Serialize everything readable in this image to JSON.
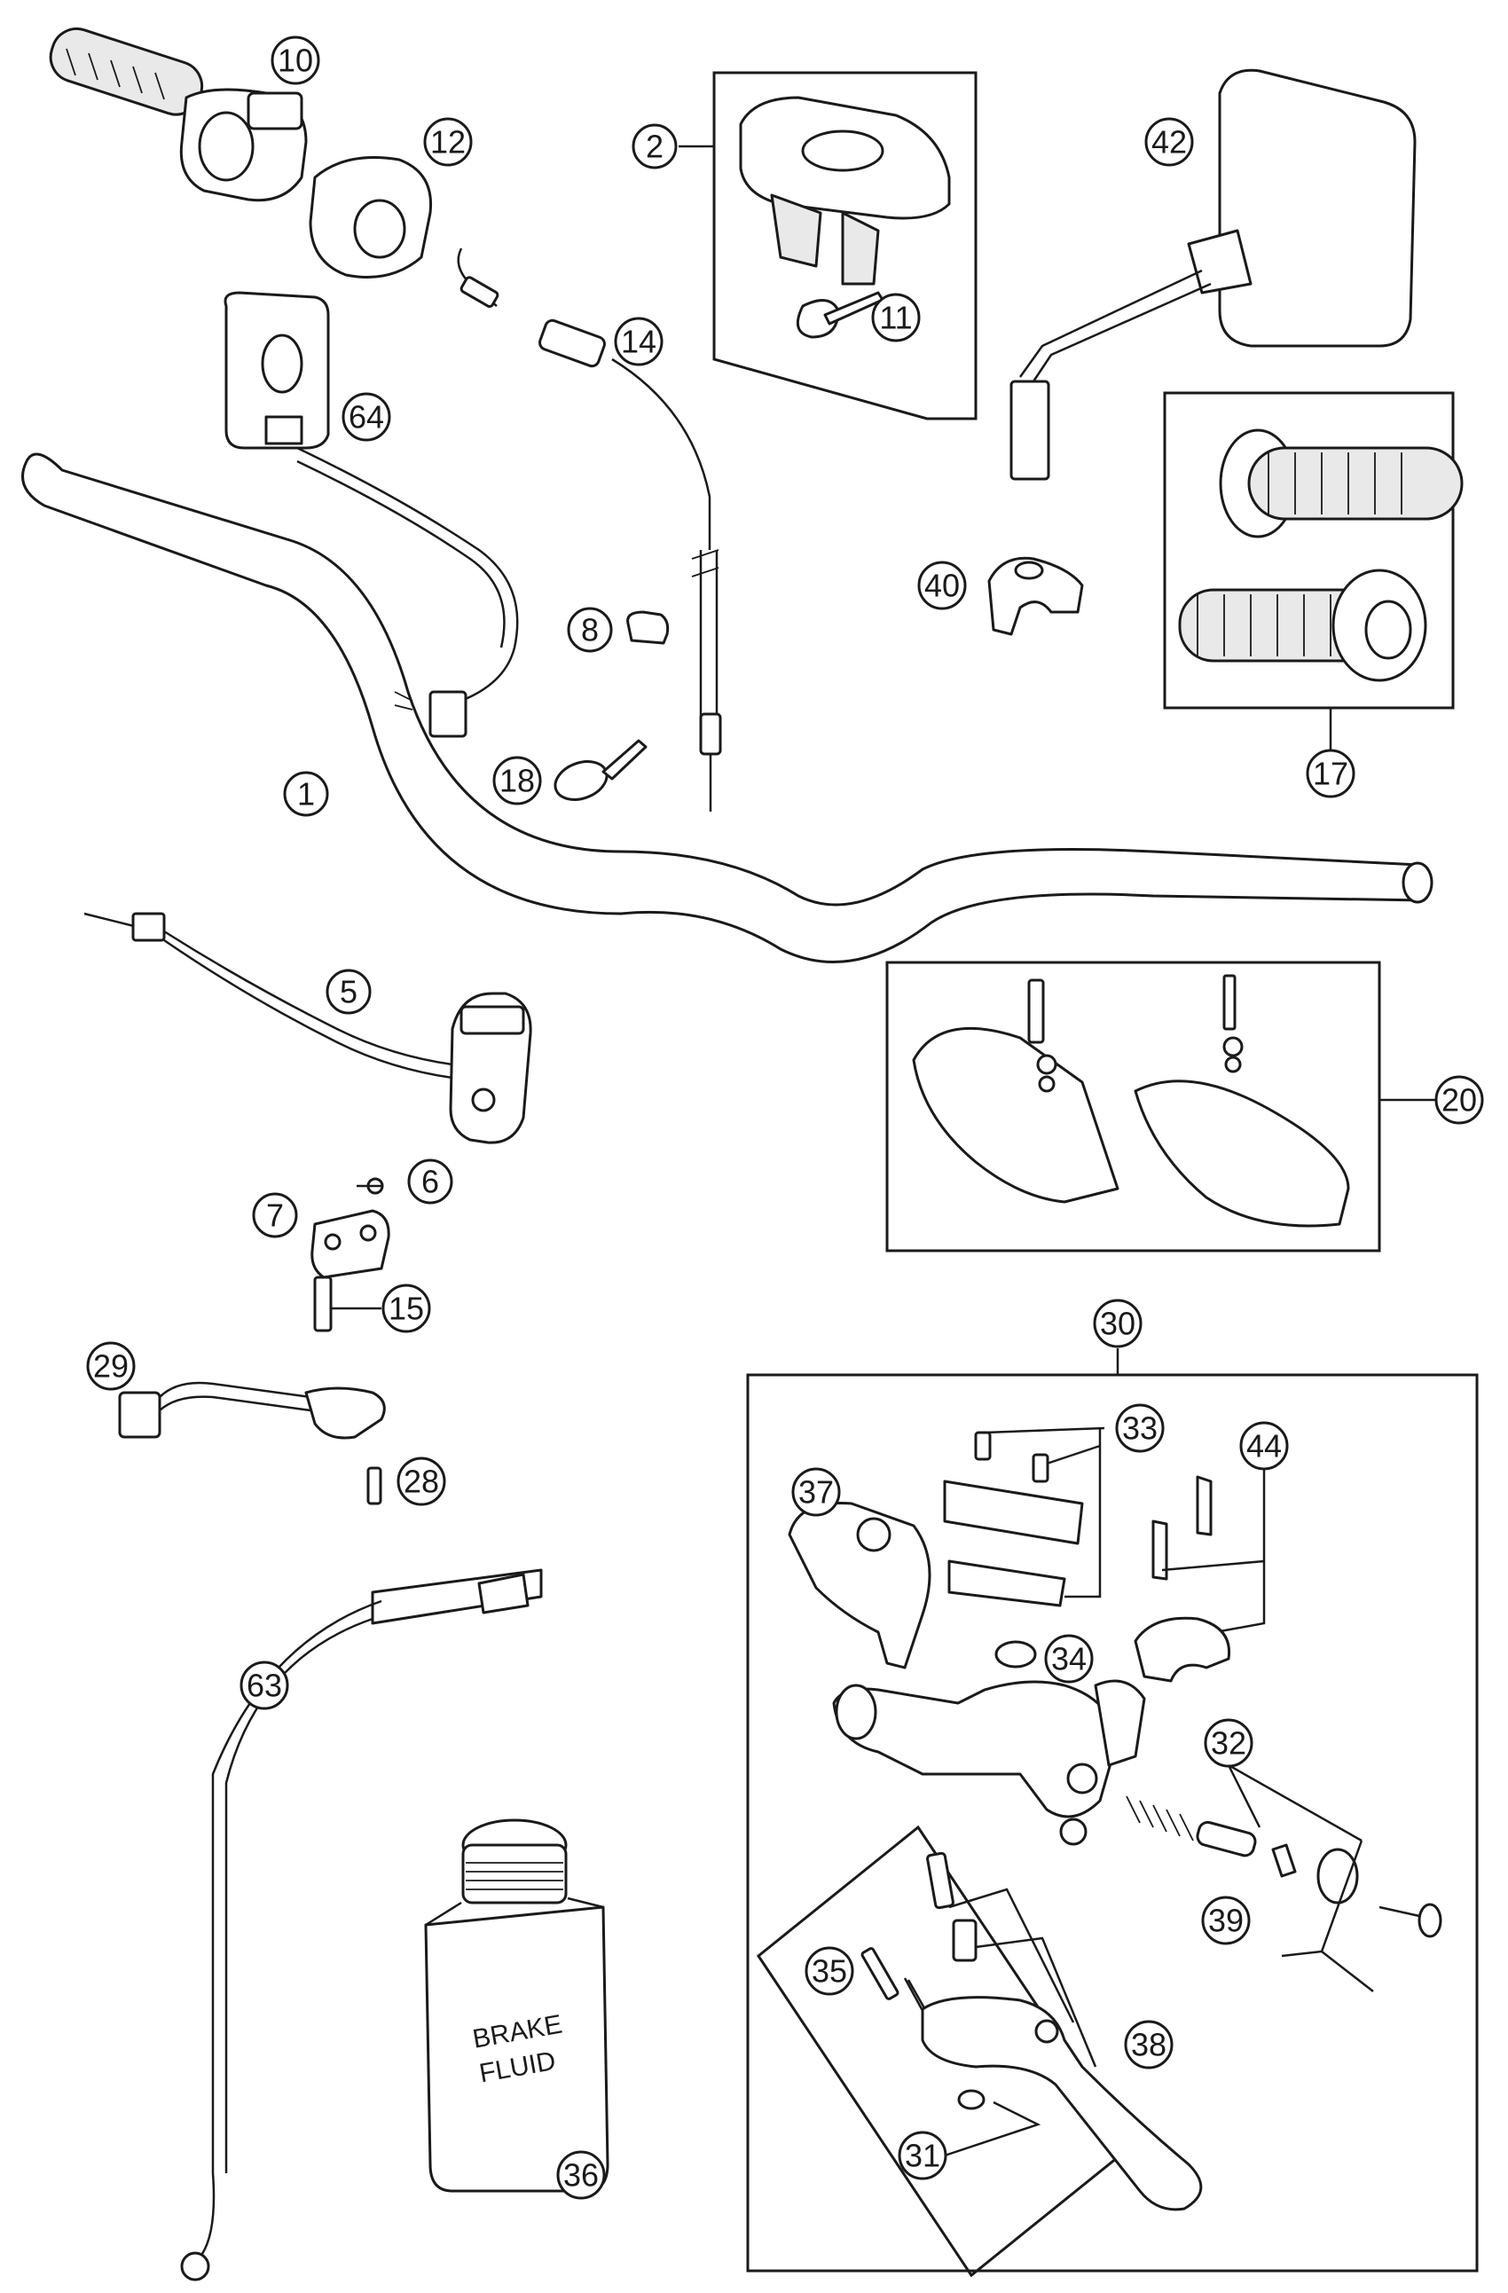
{
  "diagram": {
    "callouts": {
      "c1": "1",
      "c2": "2",
      "c5": "5",
      "c6": "6",
      "c7": "7",
      "c8": "8",
      "c10": "10",
      "c11": "11",
      "c12": "12",
      "c14": "14",
      "c15": "15",
      "c17": "17",
      "c18": "18",
      "c20": "20",
      "c28": "28",
      "c29": "29",
      "c30": "30",
      "c31": "31",
      "c32": "32",
      "c33": "33",
      "c34": "34",
      "c35": "35",
      "c36": "36",
      "c37": "37",
      "c38": "38",
      "c39": "39",
      "c40": "40",
      "c42": "42",
      "c44": "44",
      "c63": "63",
      "c64": "64"
    },
    "bottle_label": {
      "line1": "BRAKE",
      "line2": "FLUID"
    }
  }
}
